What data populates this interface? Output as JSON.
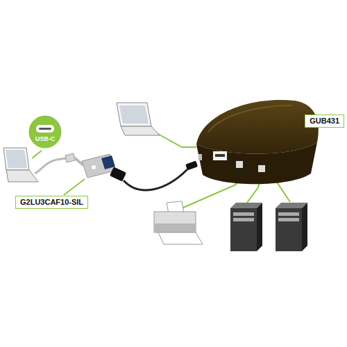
{
  "diagram": {
    "nodes": [
      {
        "text": [
          "USB-C"
        ]
      },
      {
        "text": [
          "G2LU3CAF10-SIL"
        ]
      },
      {
        "text": [
          "GUB431"
        ]
      }
    ]
  }
}
